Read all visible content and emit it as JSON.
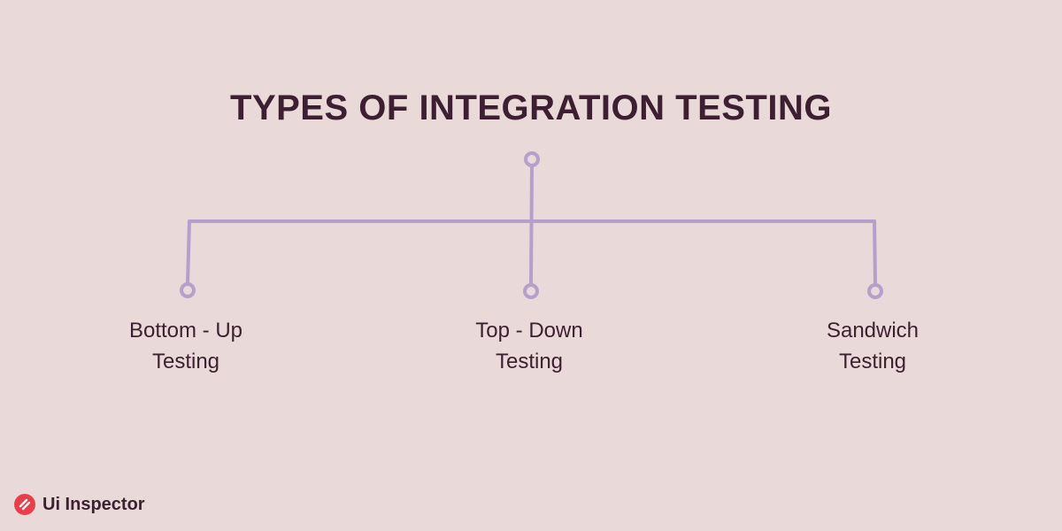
{
  "colors": {
    "background": "#ead9d9",
    "text": "#3c1f30",
    "connector": "#b5a0cc",
    "brand_icon": "#e8404b"
  },
  "diagram": {
    "title": "TYPES OF INTEGRATION TESTING",
    "nodes": [
      {
        "line1": "Bottom - Up",
        "line2": "Testing"
      },
      {
        "line1": "Top - Down",
        "line2": "Testing"
      },
      {
        "line1": "Sandwich",
        "line2": "Testing"
      }
    ]
  },
  "brand": {
    "icon": "ui-inspector-logo-icon",
    "name": "Ui Inspector"
  }
}
